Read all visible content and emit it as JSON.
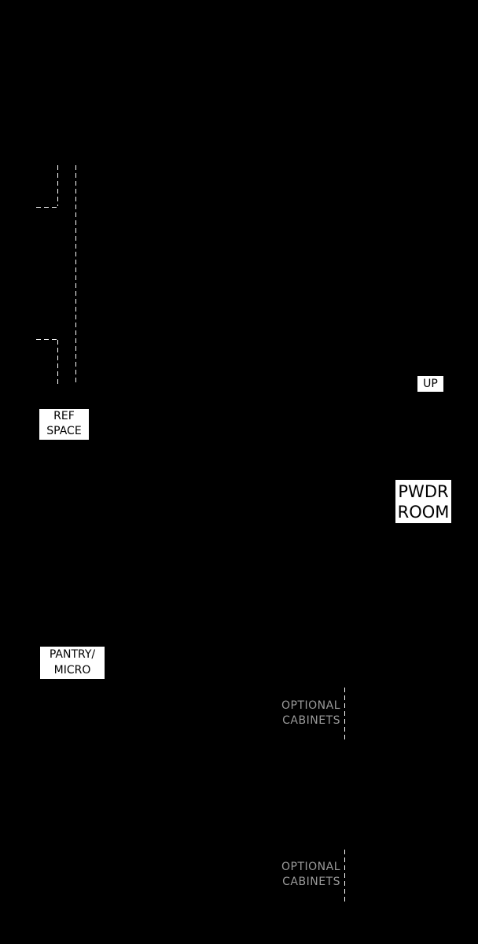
{
  "labels": {
    "ref_space": [
      "REF",
      "SPACE"
    ],
    "up": "UP",
    "pwdr_room": [
      "PWDR",
      "ROOM"
    ],
    "pantry_micro": [
      "PANTRY/",
      "MICRO"
    ],
    "optional_cabinets_1": [
      "OPTIONAL",
      "CABINETS"
    ],
    "optional_cabinets_2": [
      "OPTIONAL",
      "CABINETS"
    ]
  },
  "colors": {
    "background": "#000000",
    "line": "#ffffff",
    "label_box": "#ffffff",
    "label_text": "#000000",
    "optional_text": "#9a9a9a"
  }
}
